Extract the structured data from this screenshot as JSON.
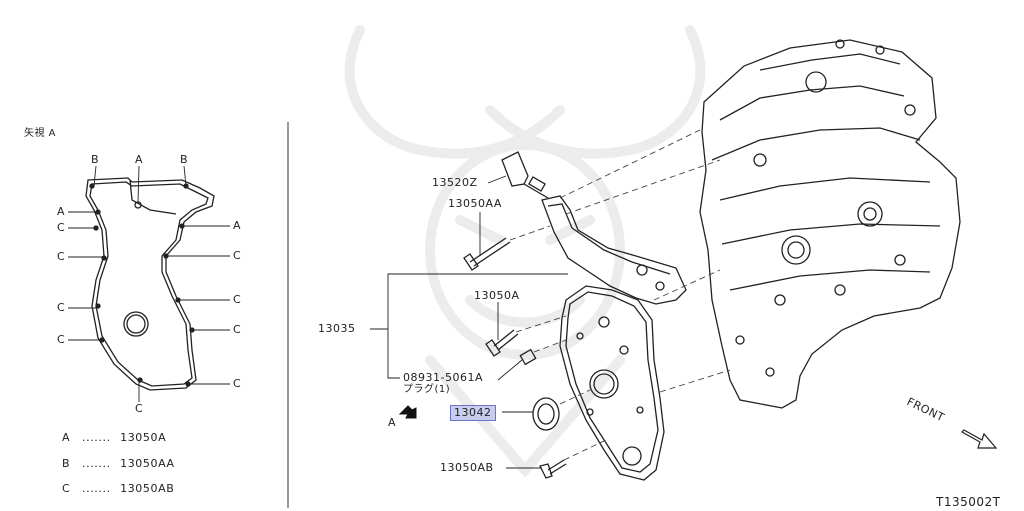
{
  "inset": {
    "title": "矢視 A",
    "callouts": [
      "A",
      "B",
      "C"
    ],
    "legend": [
      {
        "key": "A",
        "dots": ".......",
        "part": "13050A"
      },
      {
        "key": "B",
        "dots": ".......",
        "part": "13050AA"
      },
      {
        "key": "C",
        "dots": ".......",
        "part": "13050AB"
      }
    ]
  },
  "parts": {
    "p13520z": "13520Z",
    "p13050aa": "13050AA",
    "p13050a": "13050A",
    "p13035": "13035",
    "p08931": "08931-5061A",
    "plug": "プラグ(1)",
    "p13042": "13042",
    "p13050ab": "13050AB"
  },
  "view_marker": "A",
  "front_label": "FRONT",
  "figure_id": "T135002T"
}
